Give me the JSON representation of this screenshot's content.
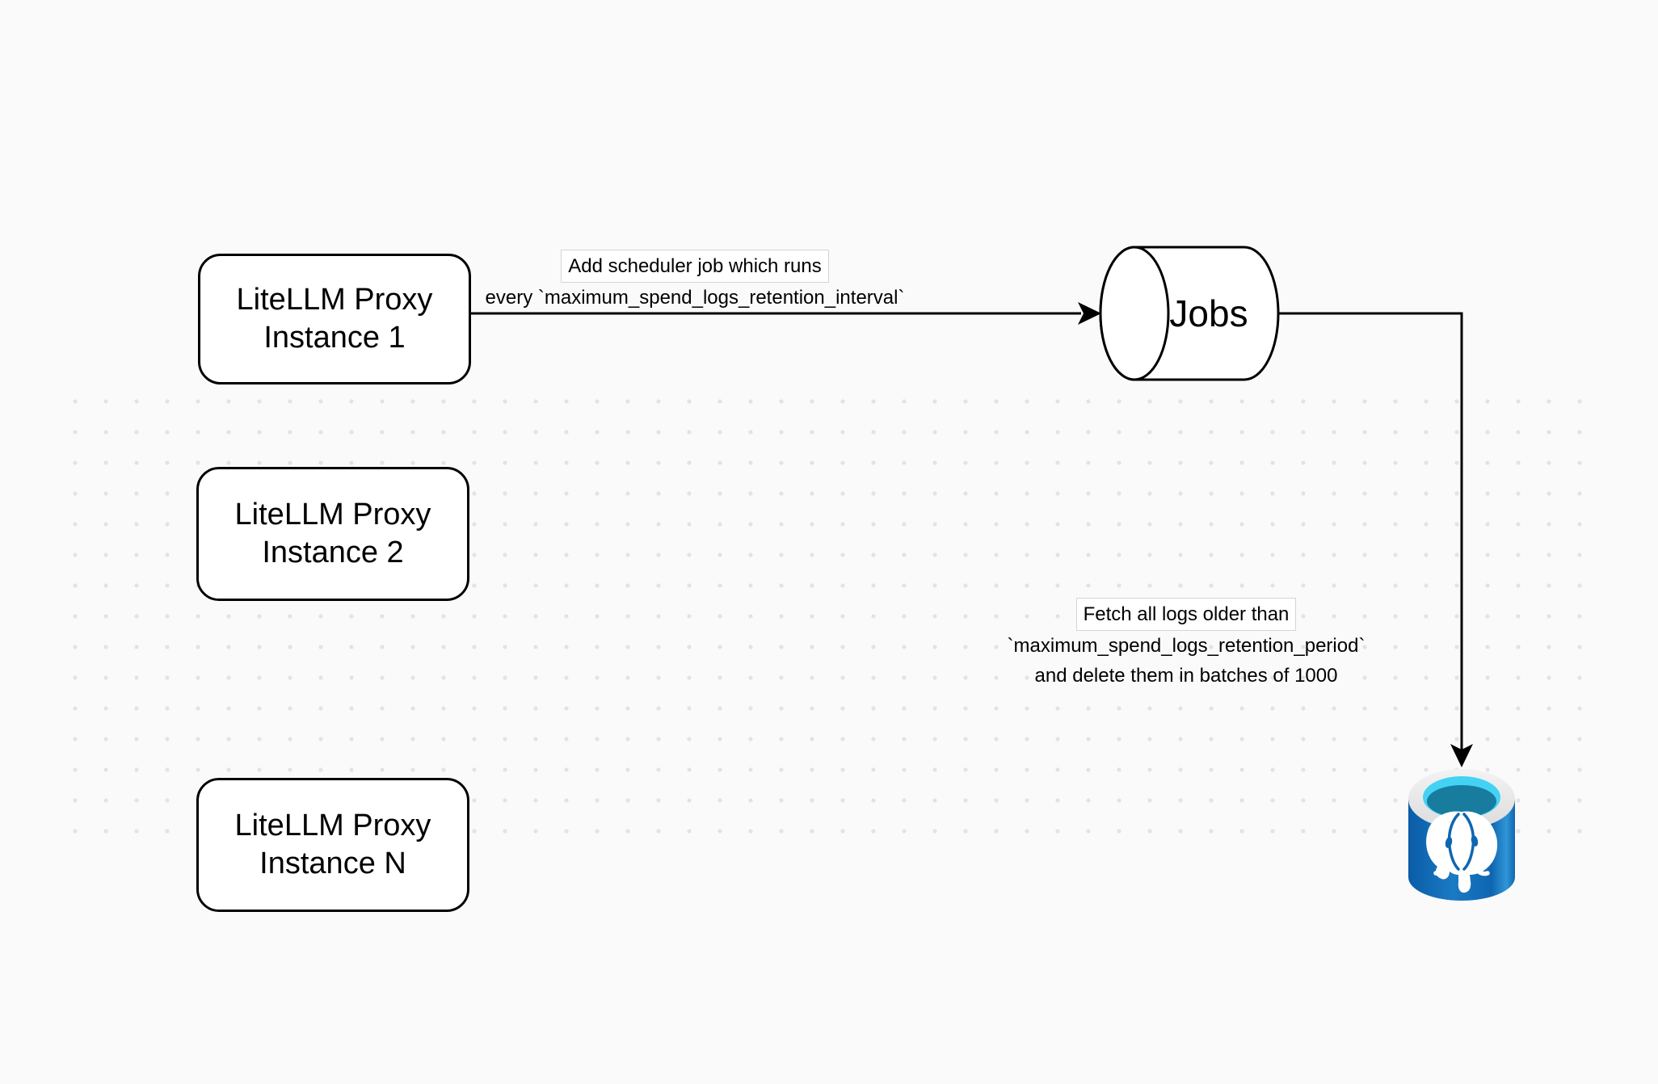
{
  "diagram": {
    "background_color": "#fafafa",
    "dot_grid_color": "#e3e3e3",
    "stroke_color": "#000000",
    "nodes": [
      {
        "id": "litellm-proxy-instance-1",
        "lines": [
          "LiteLLM Proxy",
          "Instance 1"
        ]
      },
      {
        "id": "litellm-proxy-instance-2",
        "lines": [
          "LiteLLM Proxy",
          "Instance 2"
        ]
      },
      {
        "id": "litellm-proxy-instance-n",
        "lines": [
          "LiteLLM Proxy",
          "Instance N"
        ]
      }
    ],
    "queue": {
      "label": "Jobs"
    },
    "edge_labels": {
      "scheduler": {
        "lines": [
          "Add scheduler job which runs",
          "every `maximum_spend_logs_retention_interval`"
        ]
      },
      "fetch": {
        "lines": [
          "Fetch all logs older than",
          "`maximum_spend_logs_retention_period`",
          "and delete them in batches of 1000"
        ]
      }
    },
    "database": {
      "icon": "postgresql-database-icon",
      "colors": {
        "body_blue": "#1172bb",
        "rim": "#e9e9e9",
        "opening_cyan": "#44d2f4",
        "opening_inner": "#177c9e",
        "elephant": "#ffffff"
      }
    }
  }
}
